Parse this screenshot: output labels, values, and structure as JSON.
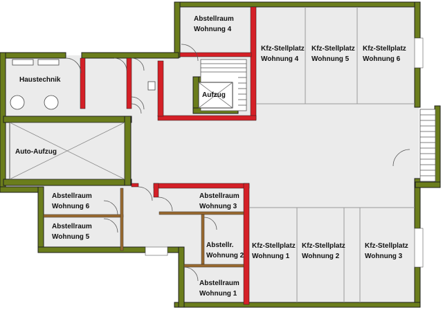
{
  "plan": {
    "colors": {
      "wall_outer": "#6b7d1c",
      "wall_outer_border": "#1e1e1e",
      "fire_wall": "#d42027",
      "floor": "#ebebeb",
      "line": "#333333"
    },
    "rooms": {
      "abstellraum_w4": {
        "line1": "Abstellraum",
        "line2": "Wohnung 4"
      },
      "kfz_w4": {
        "line1": "Kfz-Stellplatz",
        "line2": "Wohnung 4"
      },
      "kfz_w5": {
        "line1": "Kfz-Stellplatz",
        "line2": "Wohnung 5"
      },
      "kfz_w6": {
        "line1": "Kfz-Stellplatz",
        "line2": "Wohnung 6"
      },
      "haustechnik": {
        "line1": "Haustechnik"
      },
      "aufzug": {
        "line1": "Aufzug"
      },
      "auto_aufzug": {
        "line1": "Auto-Aufzug"
      },
      "abstellraum_w6": {
        "line1": "Abstellraum",
        "line2": "Wohnung 6"
      },
      "abstellraum_w5": {
        "line1": "Abstellraum",
        "line2": "Wohnung 5"
      },
      "abstellraum_w3": {
        "line1": "Abstellraum",
        "line2": "Wohnung 3"
      },
      "abstellr_w2": {
        "line1": "Abstellr.",
        "line2": "Wohnung 2"
      },
      "abstellraum_w1": {
        "line1": "Abstellraum",
        "line2": "Wohnung 1"
      },
      "kfz_w1": {
        "line1": "Kfz-Stellplatz",
        "line2": "Wohnung 1"
      },
      "kfz_w2": {
        "line1": "Kfz-Stellplatz",
        "line2": "Wohnung 2"
      },
      "kfz_w3": {
        "line1": "Kfz-Stellplatz",
        "line2": "Wohnung 3"
      }
    }
  }
}
